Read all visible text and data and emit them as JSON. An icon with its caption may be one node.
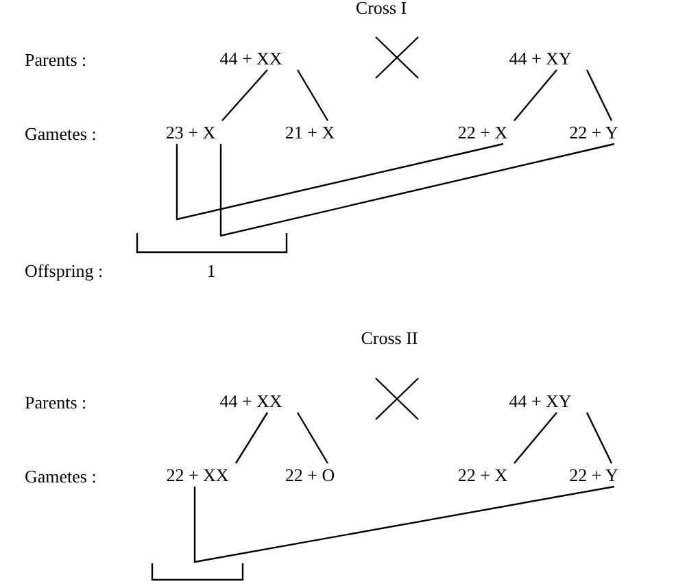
{
  "diagram": {
    "nodes": [
      {
        "text": [
          "44 + XX"
        ]
      },
      {
        "text": [
          "44 + XY"
        ]
      },
      {
        "text": [
          "23 + X"
        ]
      },
      {
        "text": [
          "21 + X"
        ]
      },
      {
        "text": [
          "22 + X"
        ]
      },
      {
        "text": [
          "22 + Y"
        ]
      },
      {
        "text": [
          "44 + XX"
        ]
      },
      {
        "text": [
          "44 + XY"
        ]
      },
      {
        "text": [
          "22 + XX"
        ]
      },
      {
        "text": [
          "22 + O"
        ]
      },
      {
        "text": [
          "22 + X"
        ]
      },
      {
        "text": [
          "22 + Y"
        ]
      }
    ],
    "edges": [
      {
        "from": 0,
        "to": 2,
        "arrow": "none"
      },
      {
        "from": 0,
        "to": 3,
        "arrow": "none"
      },
      {
        "from": 1,
        "to": 4,
        "arrow": "none"
      },
      {
        "from": 1,
        "to": 5,
        "arrow": "none"
      },
      {
        "from": 2,
        "to": 4,
        "arrow": "none"
      },
      {
        "from": 2,
        "to": 5,
        "arrow": "none"
      },
      {
        "from": 6,
        "to": 8,
        "arrow": "none"
      },
      {
        "from": 6,
        "to": 9,
        "arrow": "none"
      },
      {
        "from": 7,
        "to": 10,
        "arrow": "none"
      },
      {
        "from": 7,
        "to": 11,
        "arrow": "none"
      },
      {
        "from": 8,
        "to": 11,
        "arrow": "none"
      }
    ],
    "labels": [
      "Cross I",
      "Parents :",
      "Gametes :",
      "Offspring :",
      "1",
      "Cross II",
      "Parents :",
      "Gametes :"
    ]
  }
}
